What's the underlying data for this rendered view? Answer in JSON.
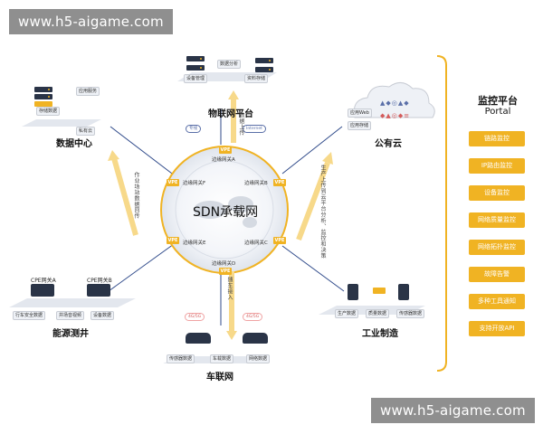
{
  "watermark": {
    "text": "www.h5-aigame.com"
  },
  "colors": {
    "accent": "#f0b323",
    "navy": "#2a3447",
    "line": "#2f4a8a",
    "panel_bg": "#eef1f6"
  },
  "center": {
    "title": "SDN承载网"
  },
  "iot": {
    "title": "物联网平台",
    "tags": [
      "数据分析",
      "设备管理",
      "资料存储"
    ],
    "links": [
      "专线",
      "Internet"
    ],
    "uplink_label": "数据上传"
  },
  "dc": {
    "title": "数据中心",
    "tags": [
      "应用服务",
      "存储数据",
      "私有云"
    ]
  },
  "cloud": {
    "title": "公有云",
    "tags": [
      "应用Web",
      "应用存储"
    ]
  },
  "energy": {
    "title": "能源测井",
    "cpe_a": "CPE网关A",
    "cpe_b": "CPE网关B",
    "tags": [
      "行车安全数据",
      "井场音视频",
      "设备数据"
    ],
    "flow_text": "作业场站数据回传"
  },
  "car": {
    "title": "车联网",
    "tags": [
      "传感器数据",
      "车载数据",
      "网络数据"
    ],
    "links": [
      "4G/5G",
      "4G/5G"
    ],
    "flow_text": "随车接入"
  },
  "industry": {
    "title": "工业制造",
    "tags": [
      "生产数据",
      "质量数据",
      "传感器数据"
    ],
    "flow_text": "生产上传到云平台分析、监控和决策"
  },
  "gateways": [
    "边缘网关A",
    "边缘网关B",
    "边缘网关C",
    "边缘网关D",
    "边缘网关E",
    "边缘网关F"
  ],
  "vpe": "VPE",
  "portal": {
    "title": "监控平台",
    "subtitle": "Portal",
    "items": [
      "链路监控",
      "IP路由监控",
      "设备监控",
      "网络质量监控",
      "网络拓扑监控",
      "故障告警",
      "多种工具通知",
      "支持开放API"
    ]
  }
}
